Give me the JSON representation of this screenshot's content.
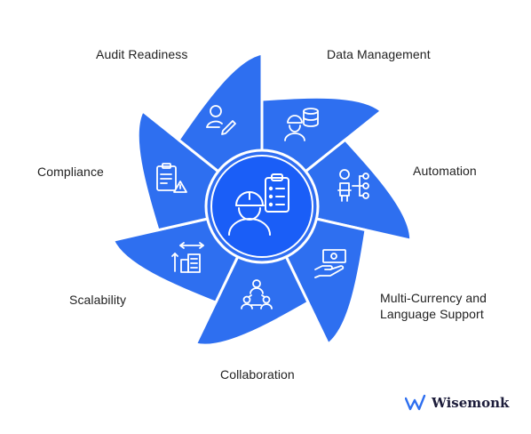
{
  "segments": [
    {
      "label": "Audit Readiness",
      "icon": "user-edit-icon"
    },
    {
      "label": "Data Management",
      "icon": "worker-database-icon"
    },
    {
      "label": "Automation",
      "icon": "workflow-person-icon"
    },
    {
      "label": "Multi-Currency and",
      "label2": "Language Support",
      "icon": "money-hand-icon"
    },
    {
      "label": "Collaboration",
      "icon": "team-network-icon"
    },
    {
      "label": "Scalability",
      "icon": "buildings-growth-icon"
    },
    {
      "label": "Compliance",
      "icon": "clipboard-warning-icon"
    }
  ],
  "center": {
    "icon": "engineer-checklist-icon"
  },
  "brand": {
    "name": "Wisemonk",
    "icon": "wisemonk-logo-icon"
  },
  "colors": {
    "segment": "#2e6ff0",
    "center_outer": "#2f6ef2",
    "center_inner": "#1a5ef7",
    "stroke": "#ffffff"
  }
}
